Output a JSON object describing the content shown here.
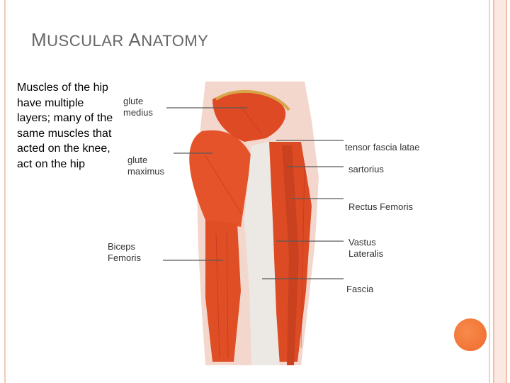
{
  "slide": {
    "title_first": "M",
    "title_rest1": "USCULAR ",
    "title_second": "A",
    "title_rest2": "NATOMY",
    "body": "Muscles of the hip have multiple layers; many of the same muscles that acted on the knee, act on the hip"
  },
  "figure": {
    "labels": {
      "glute_medius": [
        "glute",
        "medius"
      ],
      "glute_maximus": [
        "glute",
        "maximus"
      ],
      "biceps_femoris": [
        "Biceps",
        "Femoris"
      ],
      "tensor_fascia_latae": "tensor fascia latae",
      "sartorius": "sartorius",
      "rectus_femoris": "Rectus Femoris",
      "vastus_lateralis": [
        "Vastus",
        "Lateralis"
      ],
      "fascia": "Fascia"
    }
  },
  "colors": {
    "muscle": "#e4532a",
    "muscle_dark": "#b8321a",
    "fascia": "#ece9e4",
    "accent_circle": "#f07434"
  }
}
